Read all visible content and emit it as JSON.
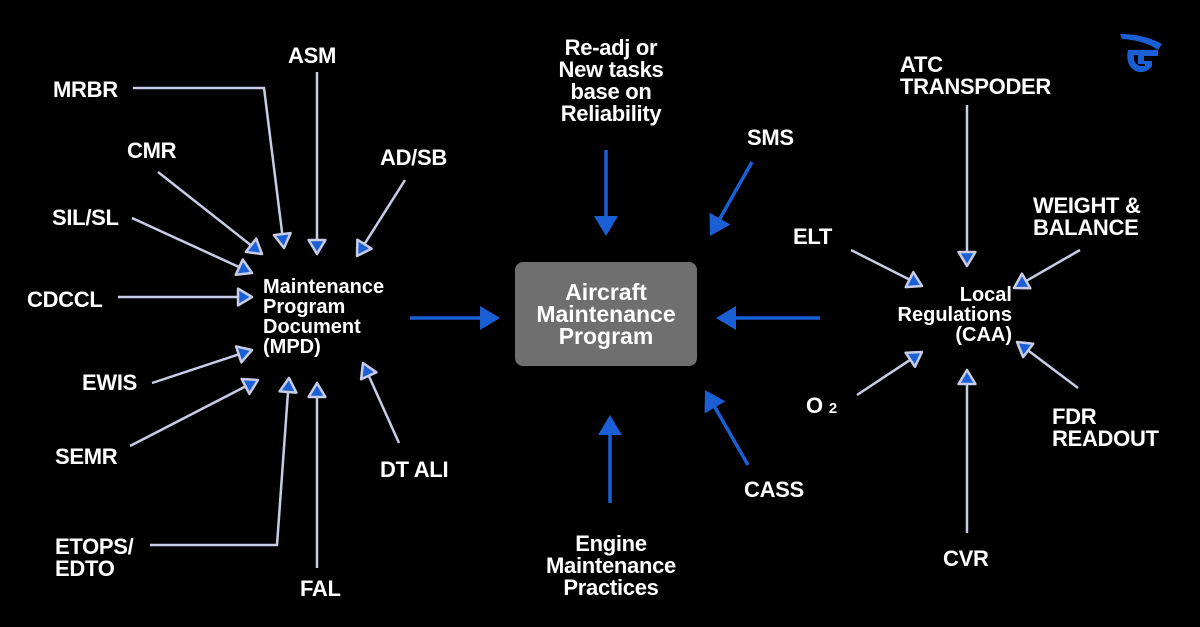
{
  "colors": {
    "background": "#000000",
    "arrow_grey": "#c8cce6",
    "arrow_blue": "#1a5fd6",
    "center_box": "#6f6f6f",
    "text": "#ffffff"
  },
  "logo": {
    "icon": "gamma-g-logo-icon"
  },
  "center": {
    "label": "Aircraft\nMaintenance\nProgram"
  },
  "mpd": {
    "label": "Maintenance\nProgram\nDocument\n(MPD)",
    "sources": {
      "mrbr": "MRBR",
      "asm": "ASM",
      "cmr": "CMR",
      "ad_sb": "AD/SB",
      "sil_sl": "SIL/SL",
      "cdccl": "CDCCL",
      "ewis": "EWIS",
      "semr": "SEMR",
      "etops": "ETOPS/\nEDTO",
      "fal": "FAL",
      "dt_ali": "DT ALI"
    }
  },
  "program_inputs": {
    "readj": "Re-adj or\nNew tasks\nbase on\nReliability",
    "sms": "SMS",
    "engine": "Engine\nMaintenance\nPractices",
    "cass": "CASS"
  },
  "local_regs": {
    "label": "Local\nRegulations\n(CAA)",
    "sources": {
      "atc": "ATC\nTRANSPODER",
      "weight": "WEIGHT &\nBALANCE",
      "elt": "ELT",
      "o2_letter": "O",
      "o2_sub": "2",
      "fdr": "FDR\nREADOUT",
      "cvr": "CVR"
    }
  }
}
